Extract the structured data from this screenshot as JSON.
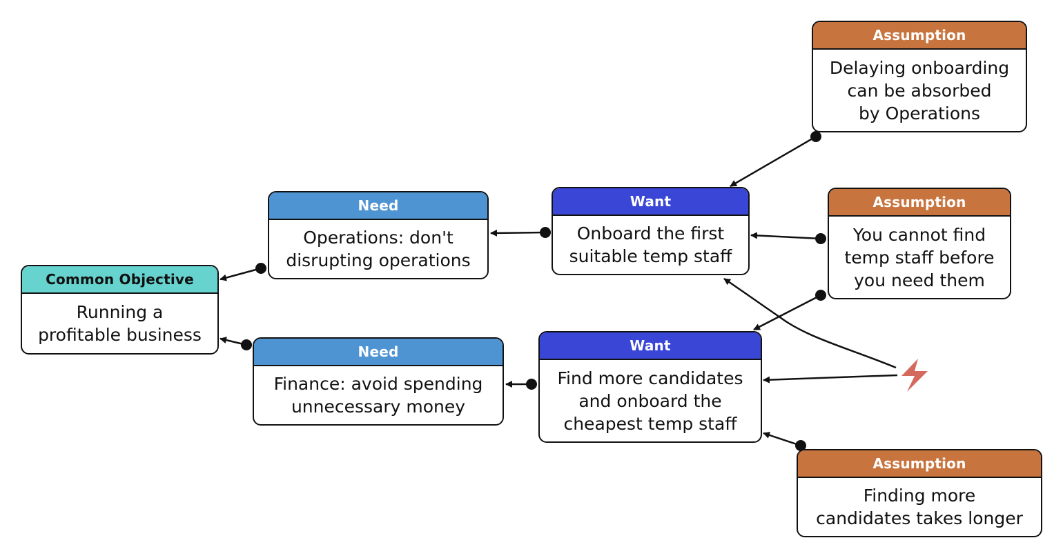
{
  "colors": {
    "objective": "#66d3cf",
    "need": "#4f94d2",
    "want": "#3a46d6",
    "assumption": "#c8743e",
    "conflict": "#d46a5e",
    "line": "#111111"
  },
  "nodes": {
    "objective": {
      "header": "Common Objective",
      "text": "Running a\nprofitable business"
    },
    "need_ops": {
      "header": "Need",
      "text": "Operations: don't\ndisrupting operations"
    },
    "need_fin": {
      "header": "Need",
      "text": "Finance: avoid spending\nunnecessary money"
    },
    "want_ops": {
      "header": "Want",
      "text": "Onboard the first\nsuitable temp staff"
    },
    "want_fin": {
      "header": "Want",
      "text": "Find more candidates\nand onboard the\ncheapest temp staff"
    },
    "assump_delay": {
      "header": "Assumption",
      "text": "Delaying onboarding\ncan be absorbed\nby Operations"
    },
    "assump_cannot": {
      "header": "Assumption",
      "text": "You cannot find\ntemp staff before\nyou need them"
    },
    "assump_longer": {
      "header": "Assumption",
      "text": "Finding more\ncandidates takes longer"
    }
  },
  "icons": {
    "conflict": "lightning-bolt-icon"
  }
}
